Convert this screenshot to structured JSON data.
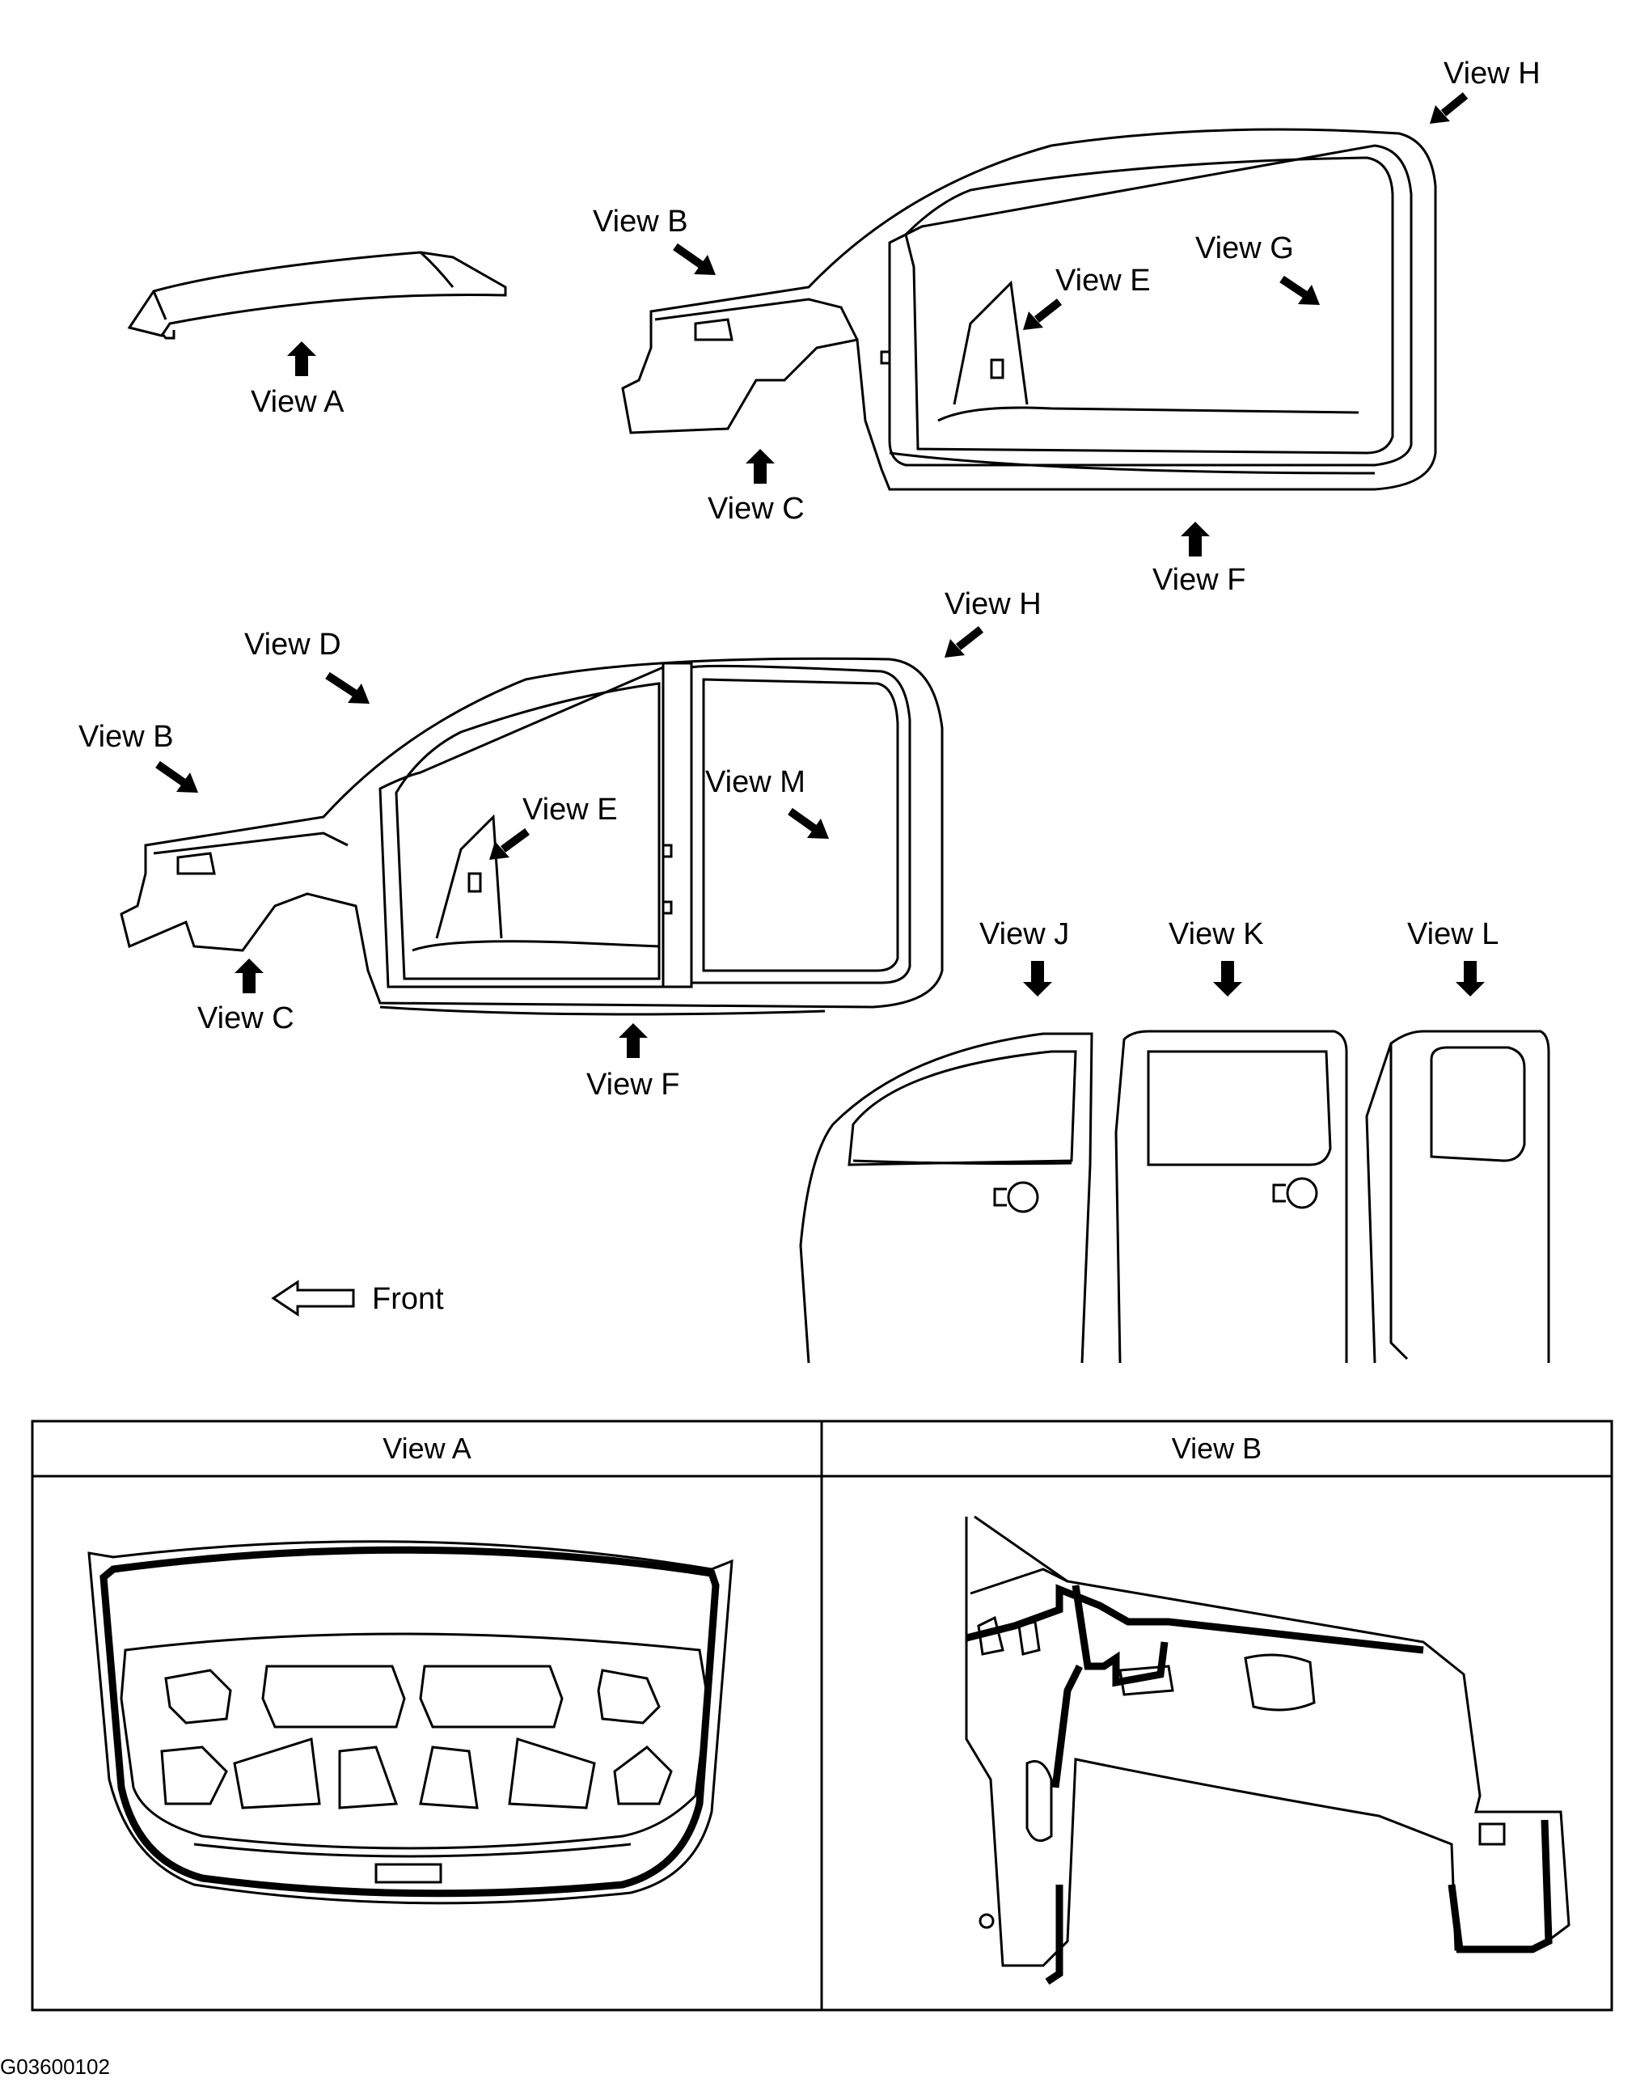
{
  "labels": {
    "view_a": "View A",
    "view_b": "View B",
    "view_c": "View C",
    "view_d": "View D",
    "view_e": "View E",
    "view_f": "View F",
    "view_g": "View G",
    "view_h": "View H",
    "view_j": "View J",
    "view_k": "View K",
    "view_l": "View L",
    "view_m": "View M",
    "front": "Front"
  },
  "table": {
    "headers": [
      "View A",
      "View B"
    ]
  },
  "figure_code": "G03600102"
}
